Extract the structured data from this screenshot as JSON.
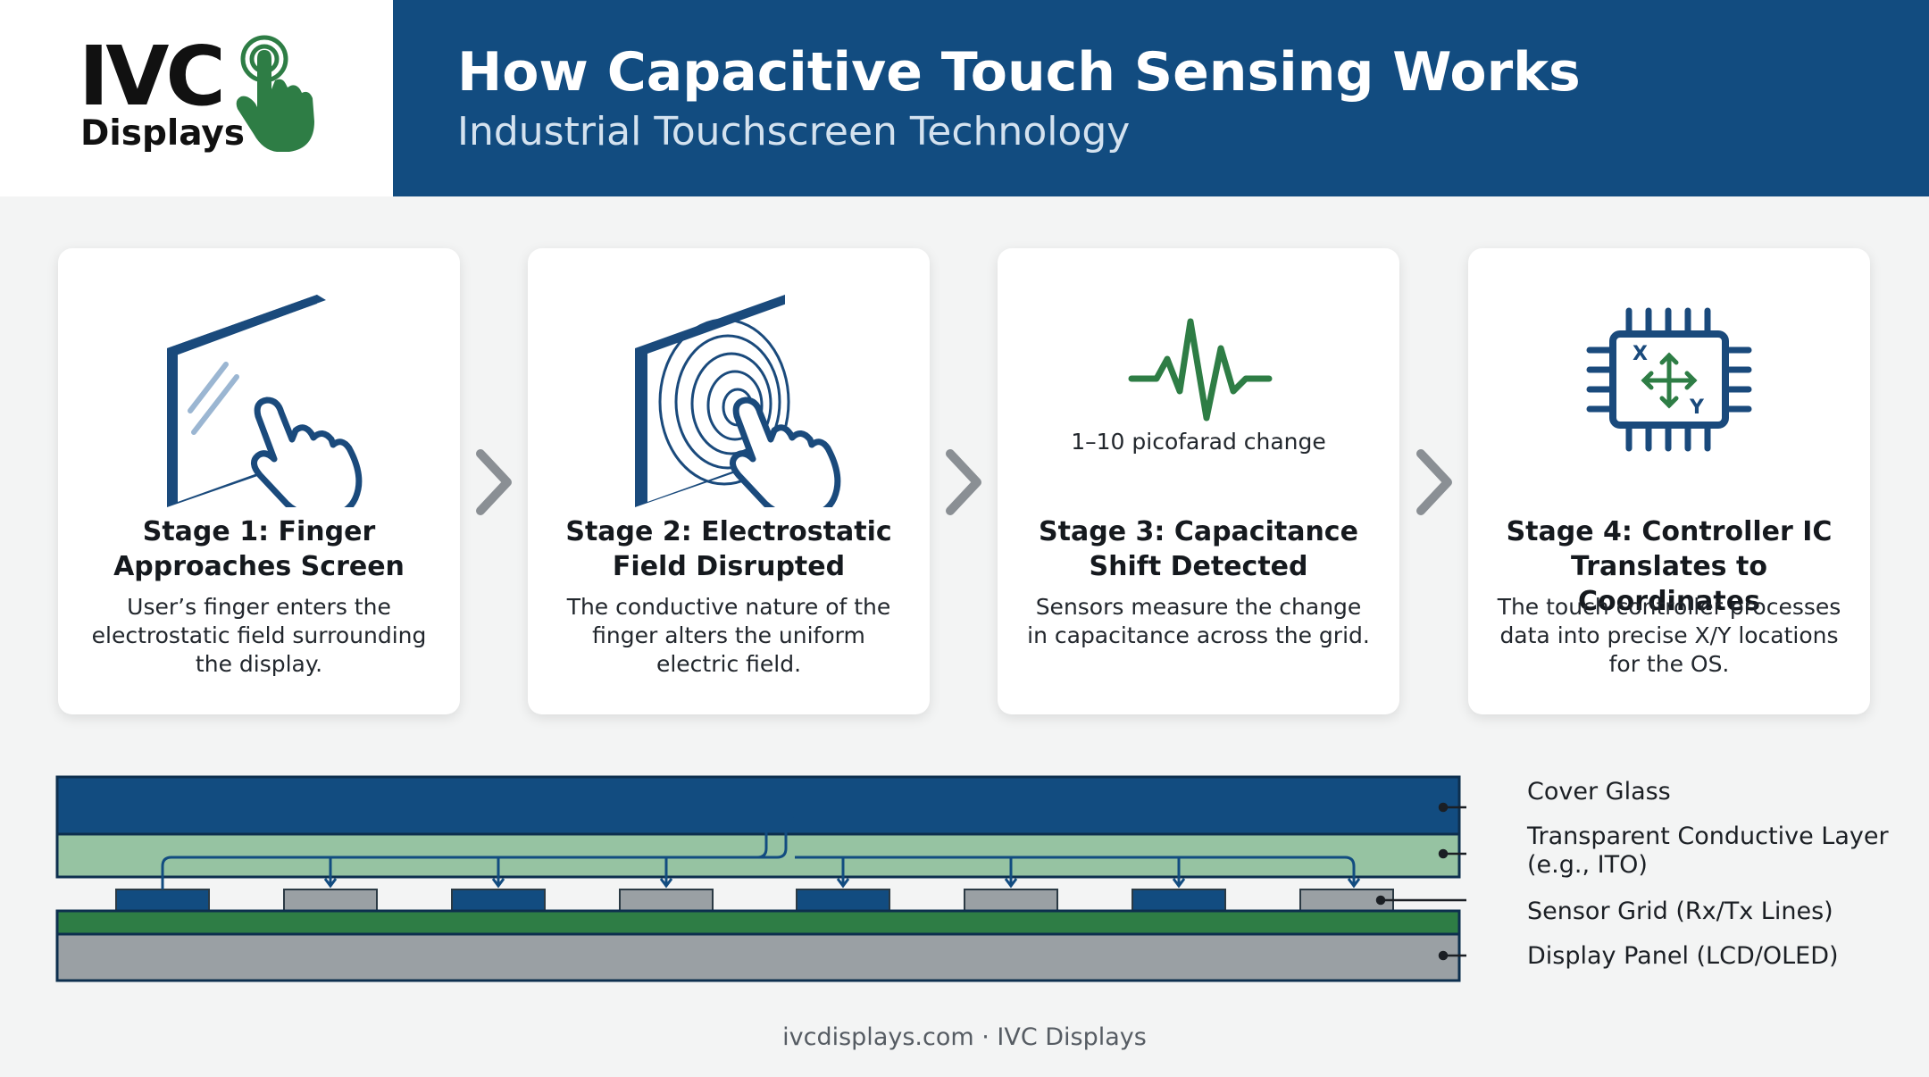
{
  "logo": {
    "brand": "IVC",
    "tagline": "Displays"
  },
  "header": {
    "title": "How Capacitive Touch Sensing Works",
    "subtitle": "Industrial Touchscreen Technology"
  },
  "colors": {
    "header_blue": "#124c80",
    "icon_navy": "#1a4a7c",
    "accent_green": "#2e7d45",
    "itо_green": "#96c3a2",
    "grid_gray": "#9aa0a4"
  },
  "stages": [
    {
      "icon": "finger-touching-screen-icon",
      "heading_line1": "Stage 1: Finger",
      "heading_line2": "Approaches Screen",
      "desc_line1": "User’s finger enters the",
      "desc_line2": "electrostatic field surrounding",
      "desc_line3": "the display."
    },
    {
      "icon": "field-ripple-screen-icon",
      "heading_line1": "Stage 2: Electrostatic",
      "heading_line2": "Field Disrupted",
      "desc_line1": "The conductive nature of the",
      "desc_line2": "finger alters the uniform",
      "desc_line3": "electric field."
    },
    {
      "icon": "signal-pulse-icon",
      "metric": "1–10 picofarad change",
      "heading_line1": "Stage 3: Capacitance",
      "heading_line2": "Shift Detected",
      "desc_line1": "Sensors measure the change",
      "desc_line2": "in capacitance across the grid.",
      "desc_line3": ""
    },
    {
      "icon": "controller-chip-icon",
      "chip_x": "X",
      "chip_y": "Y",
      "heading_line1": "Stage 4: Controller IC",
      "heading_line2": "Translates to Coordinates",
      "desc_line1": "The touch controller processes",
      "desc_line2": "data into precise X/Y locations",
      "desc_line3": "for the OS."
    }
  ],
  "layers": [
    {
      "label_line1": "Cover Glass",
      "label_line2": ""
    },
    {
      "label_line1": "Transparent Conductive Layer",
      "label_line2": "(e.g., ITO)"
    },
    {
      "label_line1": "Sensor Grid (Rx/Tx Lines)",
      "label_line2": ""
    },
    {
      "label_line1": "Display Panel (LCD/OLED)",
      "label_line2": ""
    }
  ],
  "footer": "ivcdisplays.com · IVC Displays"
}
